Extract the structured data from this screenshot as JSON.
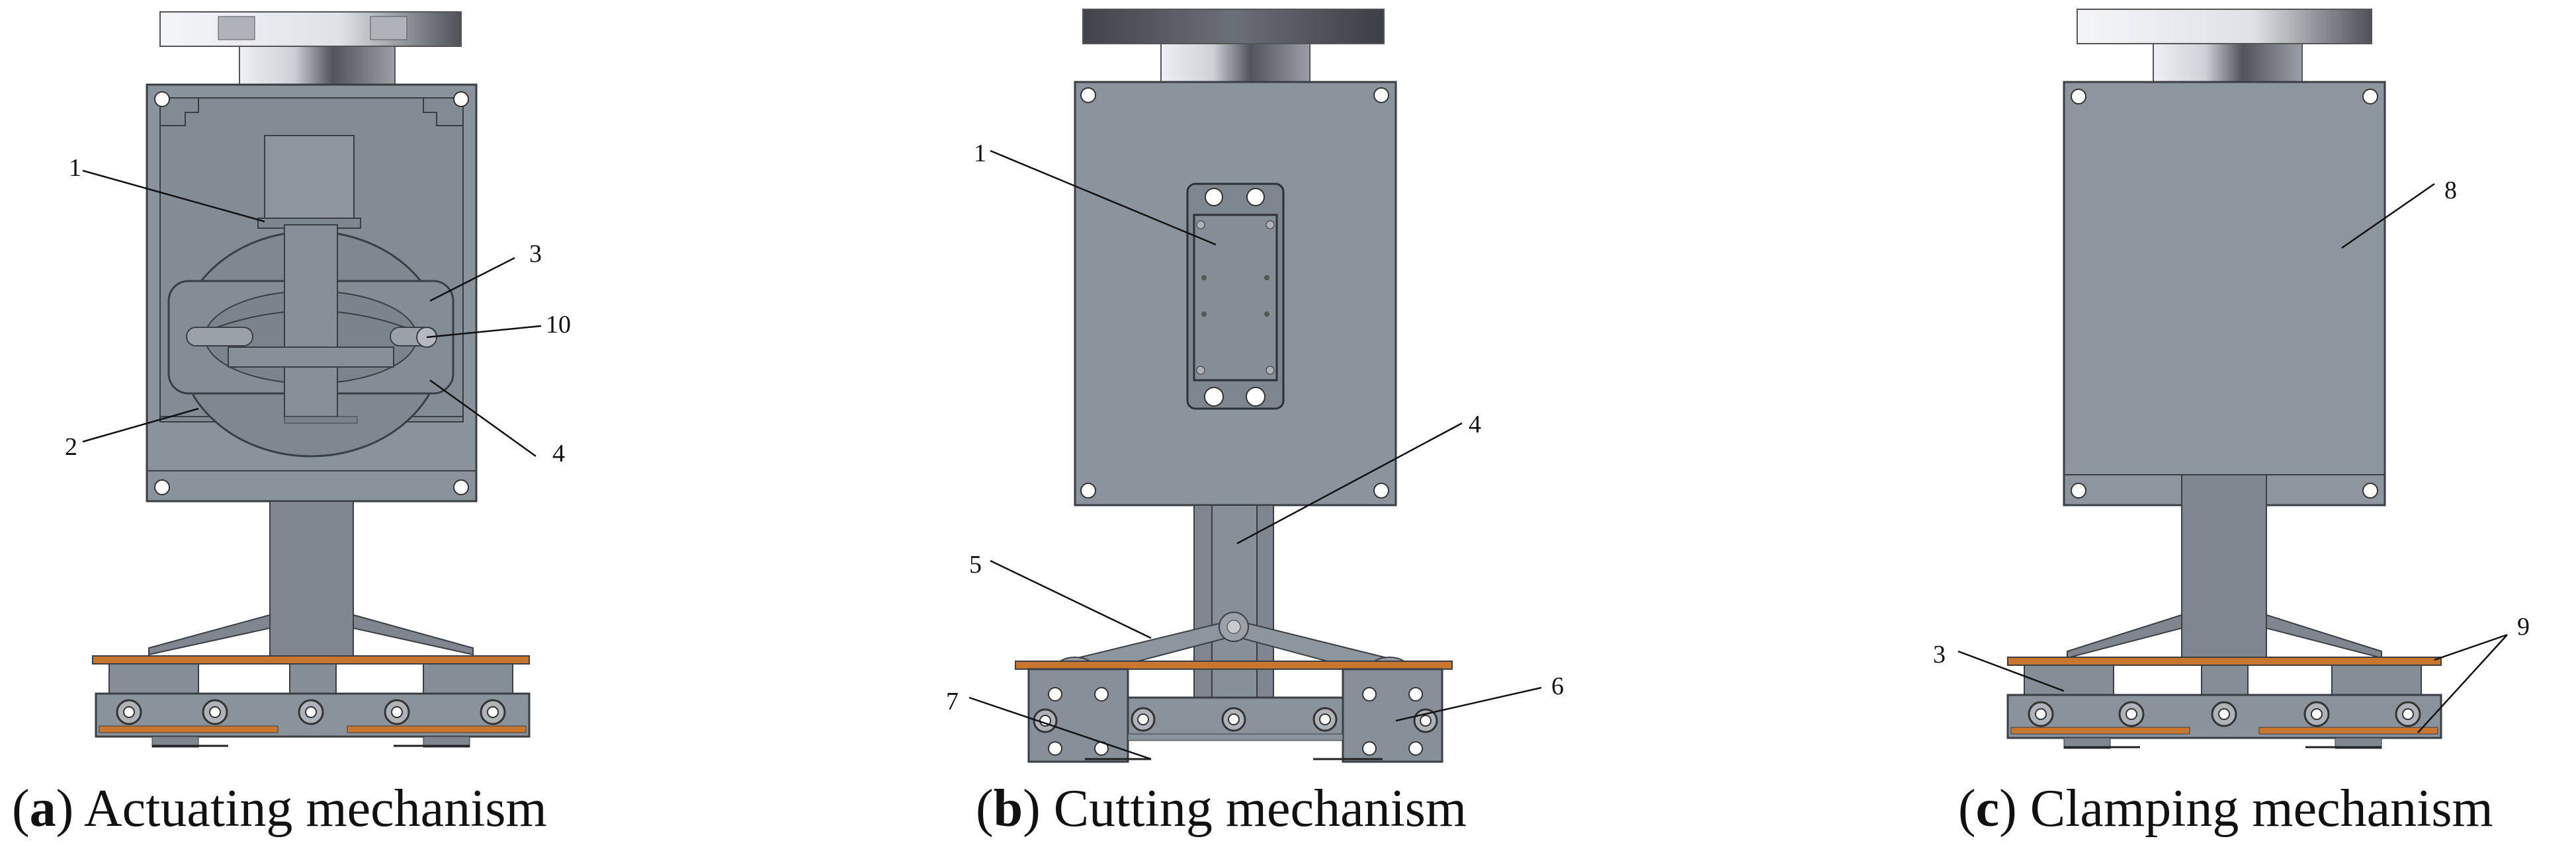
{
  "colors": {
    "plate": "#8b939c",
    "plate_edge": "#3a3f45",
    "inner_panel": "#878f98",
    "cam": "#7c848d",
    "stem": "#7f868f",
    "copper": "#c9762e",
    "cap_dark": "#4a4f56",
    "cap_light": "#d7dbe0"
  },
  "panels": [
    {
      "id": "a",
      "caption_letter": "a",
      "caption_text": "Actuating mechanism",
      "labels": [
        "1",
        "2",
        "3",
        "4",
        "10"
      ]
    },
    {
      "id": "b",
      "caption_letter": "b",
      "caption_text": "Cutting mechanism",
      "labels": [
        "1",
        "4",
        "5",
        "6",
        "7"
      ]
    },
    {
      "id": "c",
      "caption_letter": "c",
      "caption_text": "Clamping mechanism",
      "labels": [
        "3",
        "8",
        "9"
      ]
    }
  ]
}
